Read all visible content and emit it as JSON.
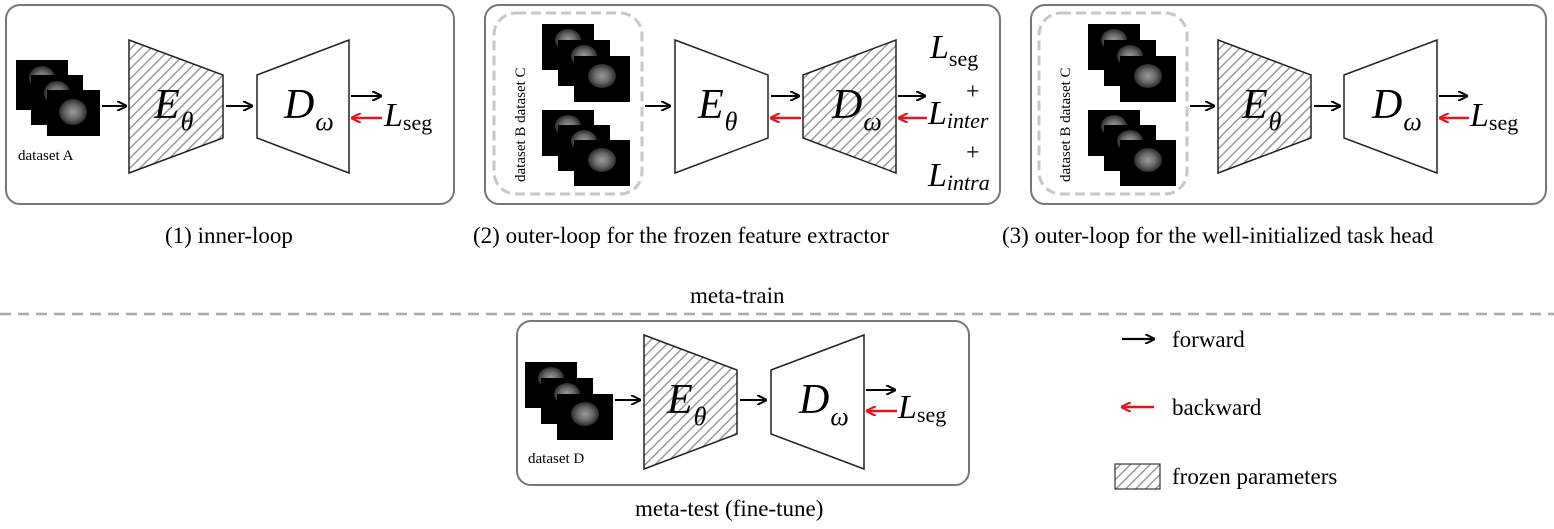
{
  "panels": {
    "inner_loop": {
      "caption": "(1) inner-loop",
      "dataset_label": "dataset A",
      "encoder": {
        "letter": "E",
        "sub": "θ"
      },
      "decoder": {
        "letter": "D",
        "sub": "ω"
      },
      "loss": {
        "letter": "L",
        "sub": "seg"
      }
    },
    "outer_loop_frozen": {
      "caption": "(2) outer-loop for the frozen feature extractor",
      "dataset_label": "dataset B dataset C",
      "encoder": {
        "letter": "E",
        "sub": "θ"
      },
      "decoder": {
        "letter": "D",
        "sub": "ω"
      },
      "loss_seg": {
        "letter": "L",
        "sub": "seg"
      },
      "plus_1": "+",
      "loss_inter": {
        "letter": "L",
        "sub": "inter"
      },
      "plus_2": "+",
      "loss_intra": {
        "letter": "L",
        "sub": "intra"
      }
    },
    "outer_loop_head": {
      "caption": "(3) outer-loop for the well-initialized task head",
      "dataset_label": "dataset B dataset C",
      "encoder": {
        "letter": "E",
        "sub": "θ"
      },
      "decoder": {
        "letter": "D",
        "sub": "ω"
      },
      "loss": {
        "letter": "L",
        "sub": "seg"
      }
    },
    "meta_test": {
      "caption": "meta-test (fine-tune)",
      "dataset_label": "dataset D",
      "encoder": {
        "letter": "E",
        "sub": "θ"
      },
      "decoder": {
        "letter": "D",
        "sub": "ω"
      },
      "loss": {
        "letter": "L",
        "sub": "seg"
      }
    }
  },
  "section_label": "meta-train",
  "legend": {
    "forward": "forward",
    "backward": "backward",
    "frozen": "frozen parameters"
  },
  "colors": {
    "forward_arrow": "#000000",
    "backward_arrow": "#e8141b",
    "panel_border": "#777777",
    "dashed_group": "#c8c8c8",
    "hatch": "#9a9a9a"
  }
}
